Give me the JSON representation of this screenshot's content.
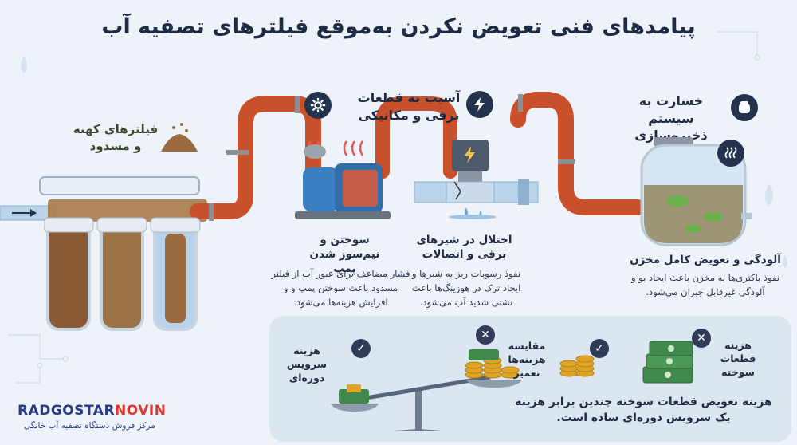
{
  "title": "پیامدهای فنی تعویض نکردن به‌موقع فیلترهای تصفیه آب",
  "filters_label": "فیلترهای کهنه و مسدود",
  "sections": {
    "pump": {
      "heading": "",
      "label": "سوختن و نیم‌سوز شدن پمپ",
      "desc": "فشار مضاعف برای عبور آب از فیلتر مسدود باعث سوختن پمپ و و افزایش هزینه‌ها می‌شود."
    },
    "valve": {
      "heading": "آسیب به قطعات برقی و مکانیکی",
      "label": "اختلال در شیرهای برقی و اتصالات",
      "desc": "نفوذ رسوبات ریز به شیرها و ایجاد ترک در هوزینگ‌ها باعث نشتی شدید آب می‌شود."
    },
    "tank": {
      "heading": "خسارت به سیستم ذخیره‌سازی",
      "label": "آلودگی و تعویض کامل مخزن",
      "desc": "نفوذ باکتری‌ها به مخزن باعث ایجاد بو و آلودگی غیرقابل جبران می‌شود."
    }
  },
  "costs": {
    "service": "هزینه سرویس دوره‌ای",
    "compare": "مقایسه هزینه‌ها تعمیر",
    "parts": "هزینه قطعات سوخته",
    "note": "هزینه تعویض قطعات سوخته چندین برابر هزینه یک سرویس دوره‌ای ساده است."
  },
  "brand": {
    "name_part1": "RADGOSTAR",
    "name_part2": "NOVIN",
    "tagline": "مرکز فروش دستگاه تصفیه آب خانگی"
  },
  "colors": {
    "pipe": "#c8512c",
    "dark": "#23324d",
    "panel": "#dbe6f1",
    "background": "#eef3f9",
    "money": "#3f8a4a",
    "coin": "#e0a526"
  },
  "icons": [
    "gear-icon",
    "lightning-icon",
    "tank-icon",
    "steam-icon",
    "check-icon",
    "cross-icon"
  ]
}
